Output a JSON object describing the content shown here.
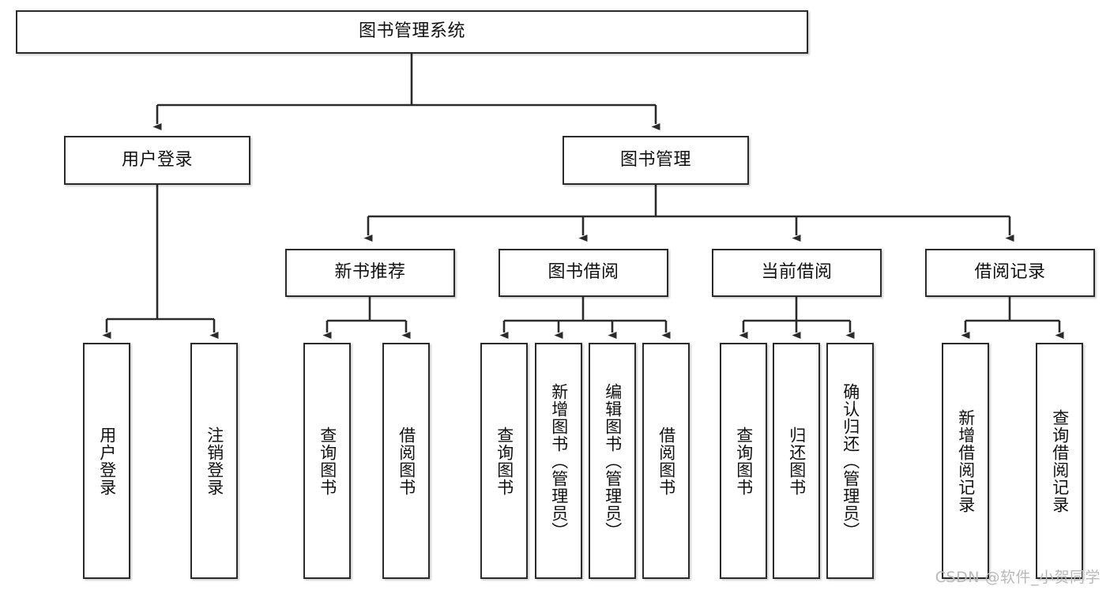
{
  "diagram": {
    "type": "hierarchy-tree",
    "title": "图书管理系统",
    "watermark": "CSDN @软件_小贺同学",
    "colors": {
      "box_border": "#2b2b2b",
      "box_fill": "#ffffff",
      "edge": "#2b2b2b",
      "text": "#111111",
      "watermark": "#b9b9b9",
      "background": "#ffffff"
    },
    "nodes": {
      "root": {
        "label": "图书管理系统",
        "level": 1
      },
      "n_user_login": {
        "label": "用户登录",
        "level": 2
      },
      "n_book_mgmt": {
        "label": "图书管理",
        "level": 2
      },
      "n_new_book_rec": {
        "label": "新书推荐",
        "level": 3
      },
      "n_book_borrow": {
        "label": "图书借阅",
        "level": 3
      },
      "n_current_borrow": {
        "label": "当前借阅",
        "level": 3
      },
      "n_borrow_record": {
        "label": "借阅记录",
        "level": 3
      },
      "leaf_user_login": {
        "label": "用户登录",
        "level": 4
      },
      "leaf_logout": {
        "label": "注销登录",
        "level": 4
      },
      "leaf_rec_query": {
        "label": "查询图书",
        "level": 4
      },
      "leaf_rec_borrow": {
        "label": "借阅图书",
        "level": 4
      },
      "leaf_bb_query": {
        "label": "查询图书",
        "level": 4
      },
      "leaf_bb_add": {
        "label": "新增图书（管理员）",
        "level": 4
      },
      "leaf_bb_edit": {
        "label": "编辑图书（管理员）",
        "level": 4
      },
      "leaf_bb_borrow": {
        "label": "借阅图书",
        "level": 4
      },
      "leaf_cb_query": {
        "label": "查询图书",
        "level": 4
      },
      "leaf_cb_return": {
        "label": "归还图书",
        "level": 4
      },
      "leaf_cb_confirm": {
        "label": "确认归还（管理员）",
        "level": 4
      },
      "leaf_br_add": {
        "label": "新增借阅记录",
        "level": 4
      },
      "leaf_br_query": {
        "label": "查询借阅记录",
        "level": 4
      }
    },
    "edges": [
      {
        "from": "root",
        "to": "n_user_login"
      },
      {
        "from": "root",
        "to": "n_book_mgmt"
      },
      {
        "from": "n_user_login",
        "to": "leaf_user_login"
      },
      {
        "from": "n_user_login",
        "to": "leaf_logout"
      },
      {
        "from": "n_book_mgmt",
        "to": "n_new_book_rec"
      },
      {
        "from": "n_book_mgmt",
        "to": "n_book_borrow"
      },
      {
        "from": "n_book_mgmt",
        "to": "n_current_borrow"
      },
      {
        "from": "n_book_mgmt",
        "to": "n_borrow_record"
      },
      {
        "from": "n_new_book_rec",
        "to": "leaf_rec_query"
      },
      {
        "from": "n_new_book_rec",
        "to": "leaf_rec_borrow"
      },
      {
        "from": "n_book_borrow",
        "to": "leaf_bb_query"
      },
      {
        "from": "n_book_borrow",
        "to": "leaf_bb_add"
      },
      {
        "from": "n_book_borrow",
        "to": "leaf_bb_edit"
      },
      {
        "from": "n_book_borrow",
        "to": "leaf_bb_borrow"
      },
      {
        "from": "n_current_borrow",
        "to": "leaf_cb_query"
      },
      {
        "from": "n_current_borrow",
        "to": "leaf_cb_return"
      },
      {
        "from": "n_current_borrow",
        "to": "leaf_cb_confirm"
      },
      {
        "from": "n_borrow_record",
        "to": "leaf_br_add"
      },
      {
        "from": "n_borrow_record",
        "to": "leaf_br_query"
      }
    ]
  }
}
